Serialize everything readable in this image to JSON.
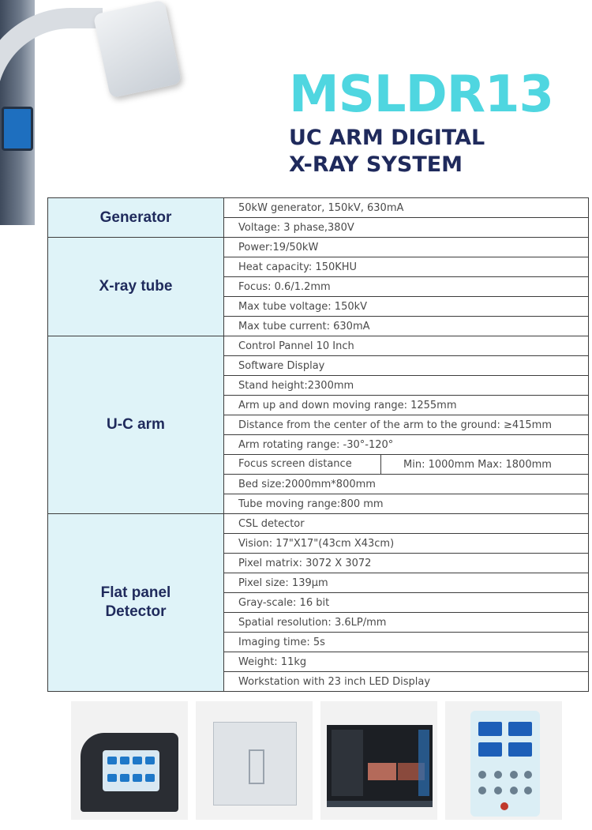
{
  "header": {
    "model": "MSLDR13",
    "subtitle_line1": "UC ARM DIGITAL",
    "subtitle_line2": "X-RAY SYSTEM"
  },
  "colors": {
    "model_title": "#4fd6e0",
    "subtitle": "#1f2a5c",
    "category_bg": "#dff3f8",
    "border": "#3d3d3d"
  },
  "spec_groups": [
    {
      "category": "Generator",
      "items": [
        "50kW generator, 150kV, 630mA",
        "Voltage: 3 phase,380V"
      ]
    },
    {
      "category": "X-ray tube",
      "items": [
        "Power:19/50kW",
        "Heat capacity: 150KHU",
        "Focus: 0.6/1.2mm",
        "Max tube voltage: 150kV",
        "Max tube current: 630mA"
      ]
    },
    {
      "category": "U-C arm",
      "items": [
        "Control Pannel 10 Inch",
        "Software Display",
        "Stand height:2300mm",
        "Arm up and down moving range: 1255mm",
        "Distance from the center of the arm to the ground: ≥415mm",
        "Arm rotating range: -30°-120°",
        "Focus screen distance",
        "Bed size:2000mm*800mm",
        "Tube moving range:800 mm"
      ],
      "focus_value": "Min: 1000mm  Max: 1800mm"
    },
    {
      "category_line1": "Flat panel",
      "category_line2": "Detector",
      "items": [
        "CSL detector",
        "Vision: 17\"X17\"(43cm X43cm)",
        "Pixel matrix: 3072 X 3072",
        "Pixel size: 139μm",
        "Gray-scale: 16 bit",
        "Spatial resolution: 3.6LP/mm",
        "Imaging time: 5s",
        "Weight: 11kg",
        "Workstation with 23 inch LED Display"
      ]
    }
  ],
  "thumbnails": [
    {
      "icon": "control-console-photo"
    },
    {
      "icon": "flat-panel-detector-photo"
    },
    {
      "icon": "workstation-software-photo"
    },
    {
      "icon": "control-panel-keypad-photo"
    }
  ]
}
